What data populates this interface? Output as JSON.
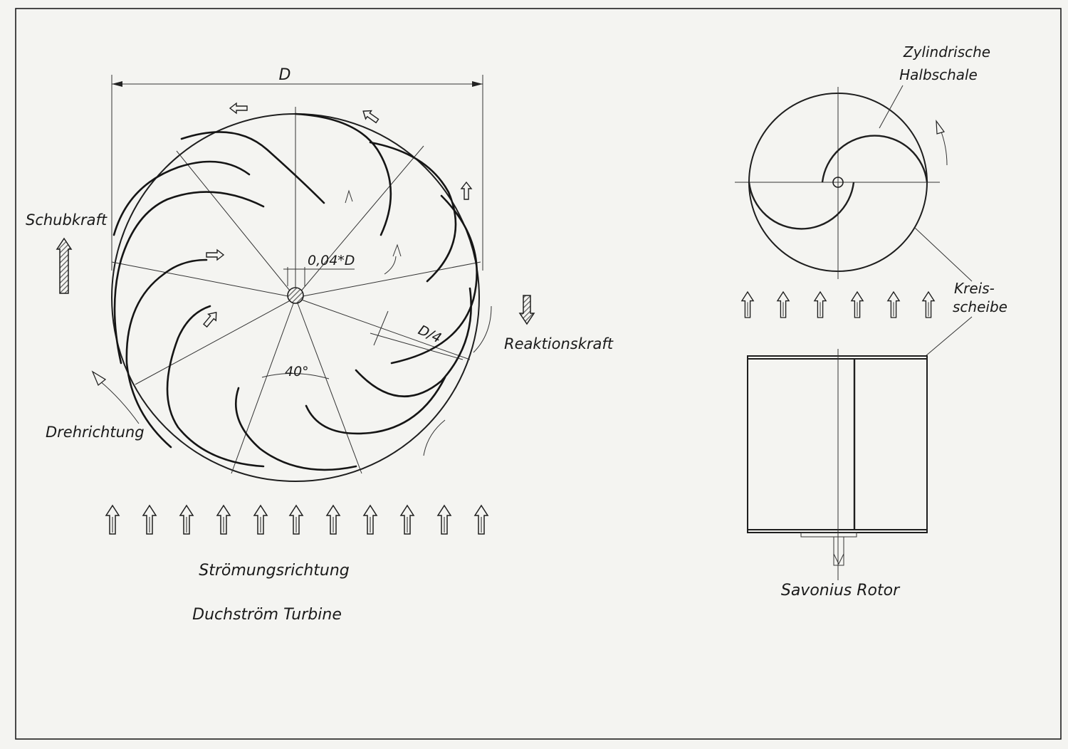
{
  "cross_flow": {
    "dimension_label": "D",
    "hub_label": "0,04*D",
    "blade_label": "D/4",
    "angle_label": "40°",
    "thrust_label": "Schubkraft",
    "reaction_label": "Reaktionskraft",
    "rotation_label": "Drehrichtung",
    "flow_label": "Strömungsrichtung",
    "title": "Duchström Turbine"
  },
  "savonius": {
    "shell_label_line1": "Zylindrische",
    "shell_label_line2": "Halbschale",
    "disc_label_line1": "Kreis-",
    "disc_label_line2": "scheibe",
    "title": "Savonius Rotor"
  },
  "colors": {
    "ink": "#1a1a1a",
    "paper": "#f4f4f1",
    "hatch": "#555555"
  }
}
